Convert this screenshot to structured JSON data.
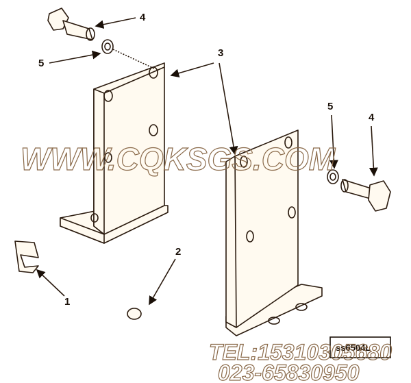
{
  "callouts": [
    "1",
    "2",
    "3",
    "3",
    "4",
    "4",
    "5",
    "5"
  ],
  "watermark": {
    "site": "WWW.CQKSGS.COM",
    "tel": "TEL:15310305680",
    "phone": "023-65830950"
  },
  "figure_tag": "ss6504L",
  "colors": {
    "line": "#2a1a0e",
    "watermark": "#8a6a4a"
  }
}
